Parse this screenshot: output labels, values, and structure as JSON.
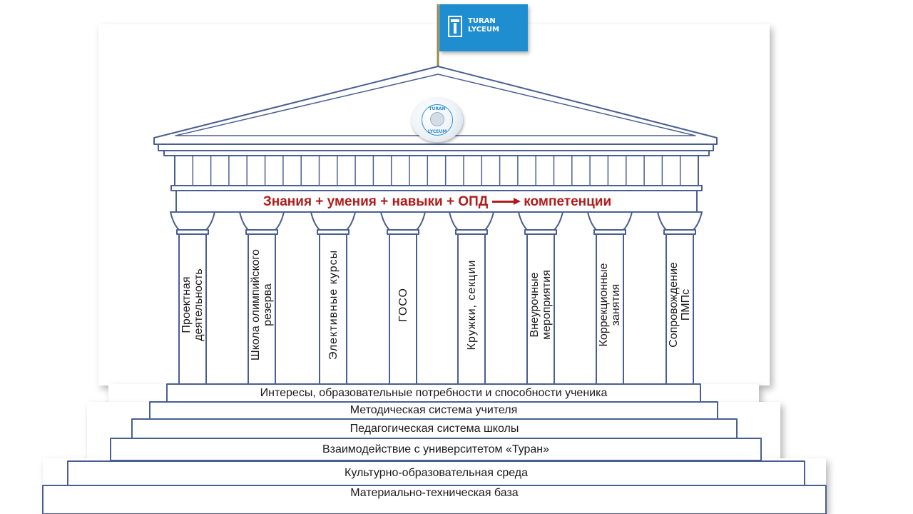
{
  "flag": {
    "logo_lines": [
      "TURAN",
      "LYCEUM"
    ]
  },
  "emblem": {
    "top_text": "TURAN",
    "bottom_text": "LYCEUM"
  },
  "motto": {
    "left_text": "Знания + умения + навыки + ОПД",
    "right_text": "компетенции"
  },
  "columns": [
    {
      "lines": [
        "Проектная",
        "деятельность"
      ]
    },
    {
      "lines": [
        "Школа олимпийского",
        "резерва"
      ]
    },
    {
      "lines": [
        "Элективные курсы"
      ]
    },
    {
      "lines": [
        "ГОСО"
      ]
    },
    {
      "lines": [
        "Кружки, секции"
      ]
    },
    {
      "lines": [
        "Внеурочные",
        "мероприятия"
      ]
    },
    {
      "lines": [
        "Коррекционные",
        "занятия"
      ]
    },
    {
      "lines": [
        "Сопровождение",
        "ПМПс"
      ]
    }
  ],
  "steps": [
    "Интересы, образовательные потребности и способности ученика",
    "Методическая система учителя",
    "Педагогическая система школы",
    "Взаимодействие с университетом «Туран»",
    "Культурно-образовательная среда",
    "Материально-техническая база"
  ],
  "colors": {
    "outline": "#4a5f91",
    "fill": "#ffffff",
    "motto": "#b01c1c",
    "flag": "#1f8ed0",
    "pole": "#9b8a4a"
  }
}
